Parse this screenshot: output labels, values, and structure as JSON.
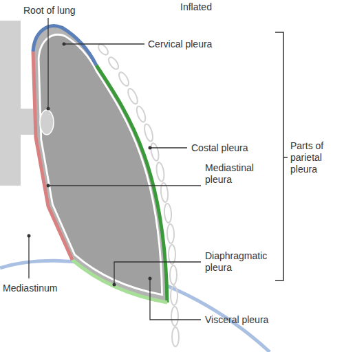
{
  "diagram": {
    "labels": [
      "Inflated",
      "Root of lung",
      "Cervical pleura",
      "Costal pleura",
      "Mediastinal pleura",
      "Diaphragmatic pleura",
      "Visceral pleura",
      "Parts of parietal pleura",
      "Mediastinum"
    ]
  }
}
